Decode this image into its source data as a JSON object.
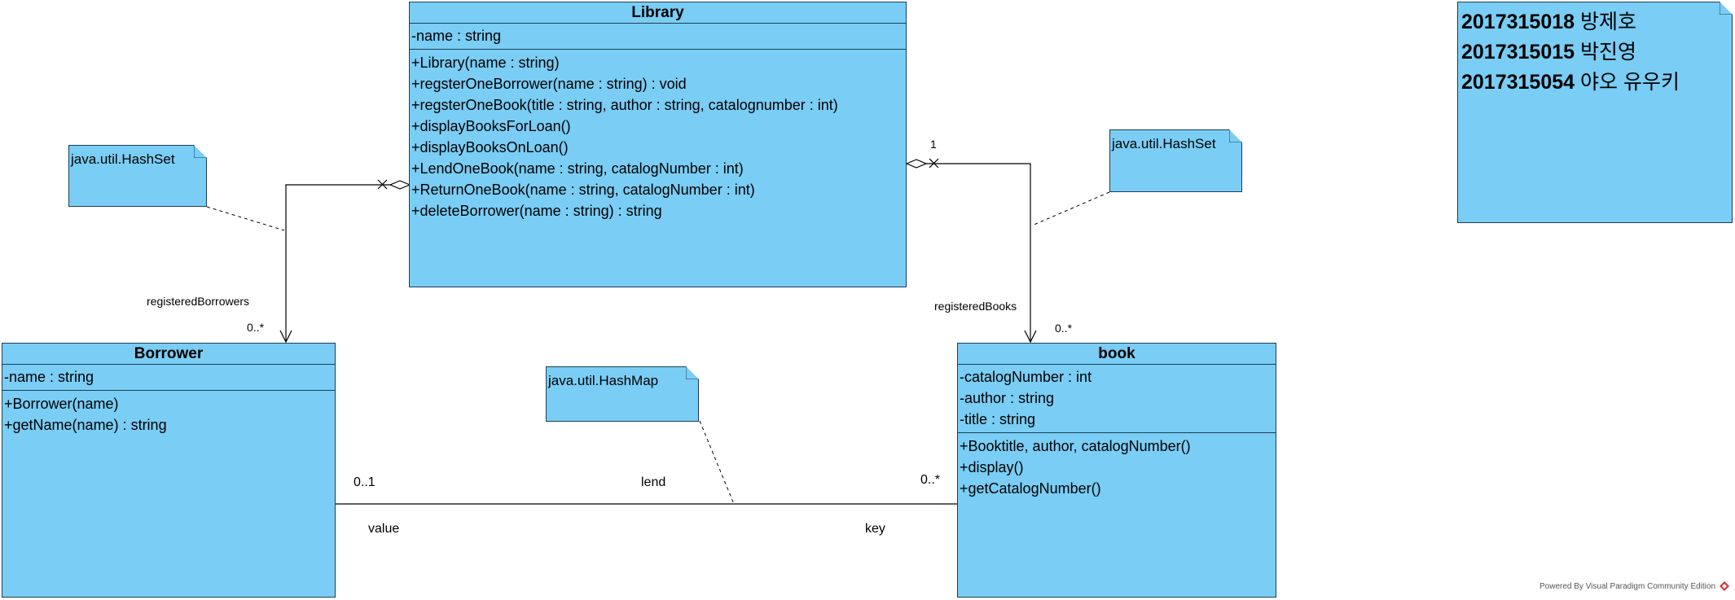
{
  "classes": {
    "library": {
      "name": "Library",
      "attributes": [
        "-name : string"
      ],
      "operations": [
        "+Library(name : string)",
        "+regsterOneBorrower(name : string) : void",
        "+regsterOneBook(title : string, author : string, catalognumber : int)",
        "+displayBooksForLoan()",
        "+displayBooksOnLoan()",
        "+LendOneBook(name : string, catalogNumber : int)",
        "+ReturnOneBook(name : string, catalogNumber : int)",
        "+deleteBorrower(name : string) : string"
      ]
    },
    "borrower": {
      "name": "Borrower",
      "attributes": [
        "-name : string"
      ],
      "operations": [
        "+Borrower(name)",
        "+getName(name) : string"
      ]
    },
    "book": {
      "name": "book",
      "attributes": [
        "-catalogNumber : int",
        "-author : string",
        "-title : string"
      ],
      "operations": [
        "+Booktitle, author, catalogNumber()",
        "+display()",
        "+getCatalogNumber()"
      ]
    }
  },
  "notes": {
    "hashset_left": "java.util.HashSet",
    "hashset_right": "java.util.HashSet",
    "hashmap": "java.util.HashMap",
    "members": [
      {
        "id": "2017315018",
        "name": "방제호"
      },
      {
        "id": "2017315015",
        "name": "박진영"
      },
      {
        "id": "2017315054",
        "name": "야오 유우키"
      }
    ]
  },
  "associations": {
    "library_borrower": {
      "role": "registeredBorrowers",
      "multiplicity": "0..*"
    },
    "library_book": {
      "role": "registeredBooks",
      "multiplicity_source": "1",
      "multiplicity_target": "0..*"
    },
    "lend": {
      "name": "lend",
      "borrower_multiplicity": "0..1",
      "book_multiplicity": "0..*",
      "borrower_role": "value",
      "book_role": "key"
    }
  },
  "watermark": "Powered By Visual Paradigm Community Edition",
  "colors": {
    "class_fill": "#7acdf4",
    "border": "#1c3f55",
    "line": "#000000"
  }
}
